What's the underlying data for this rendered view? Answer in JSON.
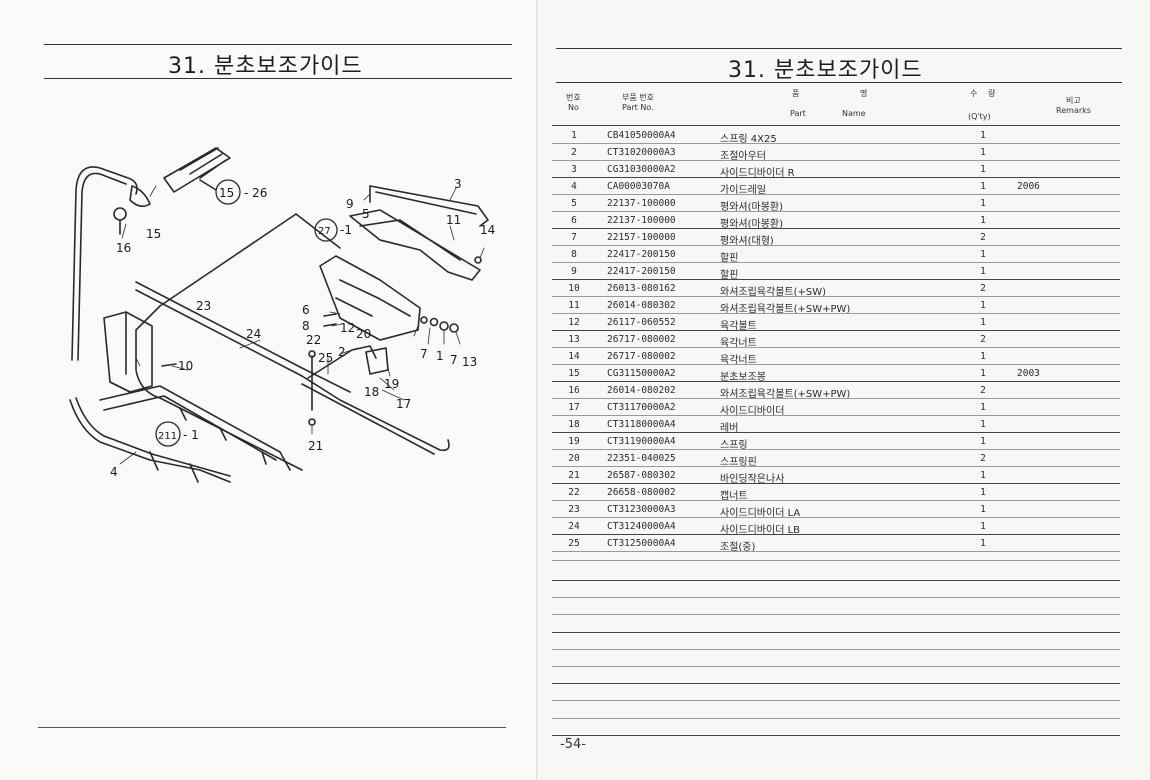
{
  "left": {
    "title": "31. 분초보조가이드"
  },
  "right": {
    "title": "31. 분초보조가이드"
  },
  "table": {
    "headers": {
      "no_ko": "번호",
      "no_en": "No",
      "code_ko": "부품 번호",
      "code_en": "Part   No.",
      "name_ko_1": "품",
      "name_ko_2": "명",
      "name_en_1": "Part",
      "name_en_2": "Name",
      "qty_ko_1": "수",
      "qty_ko_2": "량",
      "qty_en": "(Q'ty)",
      "remarks_ko": "비고",
      "remarks_en": "Remarks"
    },
    "rows": [
      {
        "no": "1",
        "code": "CB41050000A4",
        "name": "스프링 4X25",
        "qty": "1",
        "remarks": ""
      },
      {
        "no": "2",
        "code": "CT31020000A3",
        "name": "조절아우터",
        "qty": "1",
        "remarks": ""
      },
      {
        "no": "3",
        "code": "CG31030000A2",
        "name": "사이드디바이더 R",
        "qty": "1",
        "remarks": ""
      },
      {
        "no": "4",
        "code": "CA00003070A",
        "name": "가이드레일",
        "qty": "1",
        "remarks": "2006"
      },
      {
        "no": "5",
        "code": "22137-100000",
        "name": "평와셔(마봉환)",
        "qty": "1",
        "remarks": ""
      },
      {
        "no": "6",
        "code": "22137-100000",
        "name": "평와셔(마봉환)",
        "qty": "1",
        "remarks": ""
      },
      {
        "no": "7",
        "code": "22157-100000",
        "name": "평와셔(대형)",
        "qty": "2",
        "remarks": ""
      },
      {
        "no": "8",
        "code": "22417-200150",
        "name": "할핀",
        "qty": "1",
        "remarks": ""
      },
      {
        "no": "9",
        "code": "22417-200150",
        "name": "할핀",
        "qty": "1",
        "remarks": ""
      },
      {
        "no": "10",
        "code": "26013-080162",
        "name": "와셔조립육각볼트(+SW)",
        "qty": "2",
        "remarks": ""
      },
      {
        "no": "11",
        "code": "26014-080302",
        "name": "와셔조립육각볼트(+SW+PW)",
        "qty": "1",
        "remarks": ""
      },
      {
        "no": "12",
        "code": "26117-060552",
        "name": "육각볼트",
        "qty": "1",
        "remarks": ""
      },
      {
        "no": "13",
        "code": "26717-080002",
        "name": "육각너트",
        "qty": "2",
        "remarks": ""
      },
      {
        "no": "14",
        "code": "26717-080002",
        "name": "육각너트",
        "qty": "1",
        "remarks": ""
      },
      {
        "no": "15",
        "code": "CG31150000A2",
        "name": "분초보조봉",
        "qty": "1",
        "remarks": "2003"
      },
      {
        "no": "16",
        "code": "26014-080202",
        "name": "와셔조립육각볼트(+SW+PW)",
        "qty": "2",
        "remarks": ""
      },
      {
        "no": "17",
        "code": "CT31170000A2",
        "name": "사이드디바이더",
        "qty": "1",
        "remarks": ""
      },
      {
        "no": "18",
        "code": "CT31180000A4",
        "name": "레버",
        "qty": "1",
        "remarks": ""
      },
      {
        "no": "19",
        "code": "CT31190000A4",
        "name": "스프링",
        "qty": "1",
        "remarks": ""
      },
      {
        "no": "20",
        "code": "22351-040025",
        "name": "스프링핀",
        "qty": "2",
        "remarks": ""
      },
      {
        "no": "21",
        "code": "26587-080302",
        "name": "바인딩작은나사",
        "qty": "1",
        "remarks": ""
      },
      {
        "no": "22",
        "code": "26658-080002",
        "name": "캡너트",
        "qty": "1",
        "remarks": ""
      },
      {
        "no": "23",
        "code": "CT31230000A3",
        "name": "사이드디바이더 LA",
        "qty": "1",
        "remarks": ""
      },
      {
        "no": "24",
        "code": "CT31240000A4",
        "name": "사이드디바이더 LB",
        "qty": "1",
        "remarks": ""
      },
      {
        "no": "25",
        "code": "CT31250000A4",
        "name": "조절(중)",
        "qty": "1",
        "remarks": ""
      }
    ]
  },
  "diagram": {
    "callouts": {
      "c3": "3",
      "c4": "4",
      "c5": "5",
      "c6": "6",
      "c8": "8",
      "c9": "9",
      "c10": "10",
      "c11": "11",
      "c12": "12",
      "c13": "13",
      "c14": "14",
      "c15": "15",
      "c16": "16",
      "c17": "17",
      "c18": "18",
      "c19": "19",
      "c20": "20",
      "c21": "21",
      "c22": "22",
      "c23": "23",
      "c24": "24",
      "c25": "25",
      "c2": "2",
      "c7a": "7",
      "c7b": "7",
      "c1": "1",
      "ref15": "15",
      "ref15_suffix": "- 26",
      "ref27": "27",
      "ref27_suffix": "-1",
      "ref211": "211",
      "ref211_suffix": "- 1"
    }
  },
  "footer": {
    "page_number": "-54-"
  }
}
